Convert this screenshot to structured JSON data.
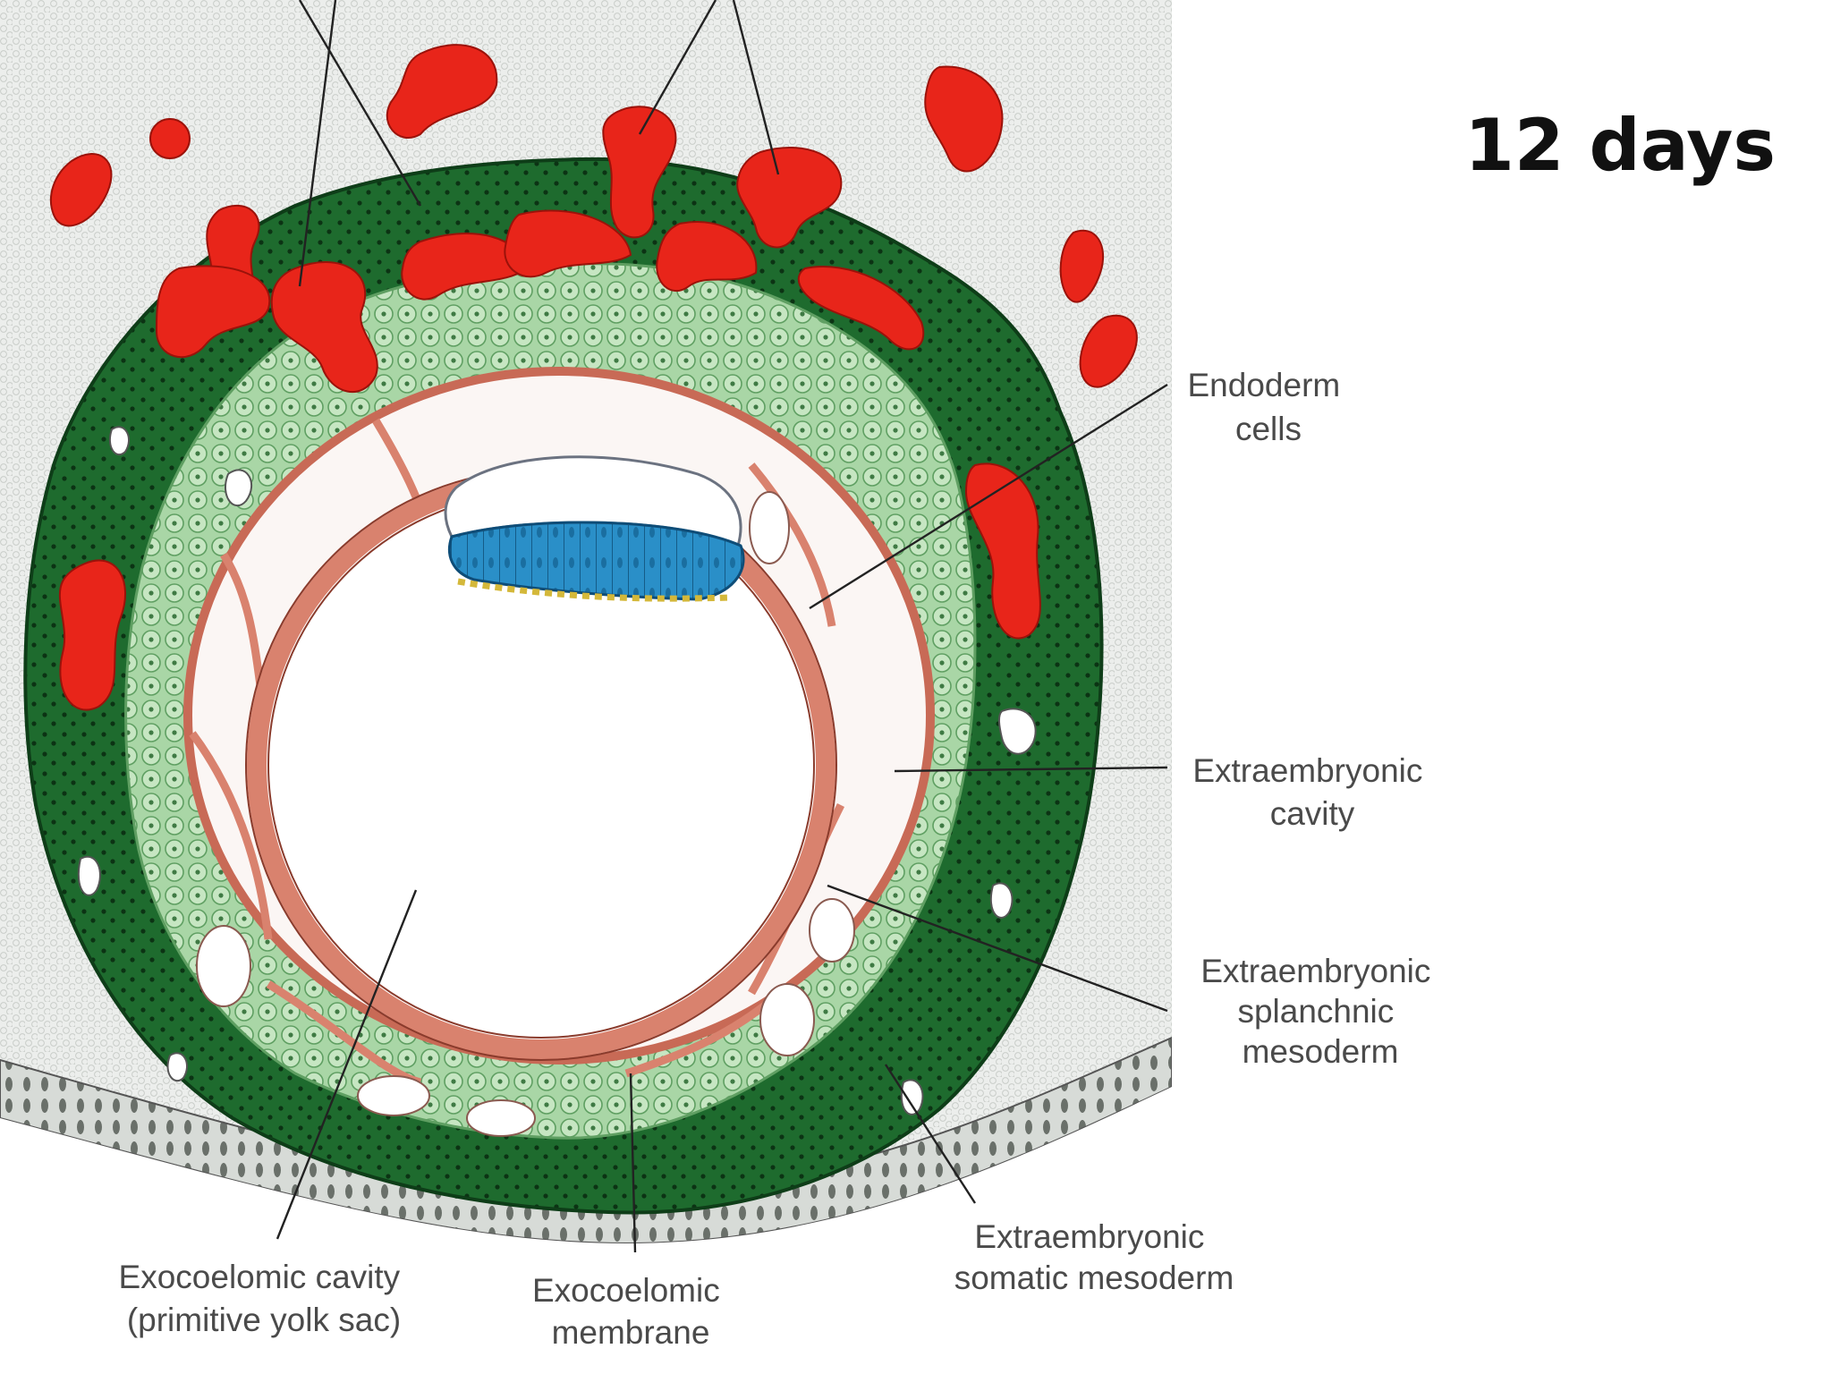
{
  "title": "12 days",
  "labels": {
    "endoderm": [
      "Endoderm",
      "cells"
    ],
    "extraembryonic_cavity": [
      "Extraembryonic",
      "cavity"
    ],
    "splanchnic": [
      "Extraembryonic",
      "splanchnic",
      "mesoderm"
    ],
    "somatic": [
      "Extraembryonic",
      "somatic mesoderm"
    ],
    "exocoelomic_membrane": [
      "Exocoelomic",
      "membrane"
    ],
    "exocoelomic_cavity": [
      "Exocoelomic cavity",
      "(primitive yolk sac)"
    ]
  },
  "colors": {
    "trophoblast": "#1e6b2e",
    "lacunae": "#e8251a",
    "cytotrophoblast": "#a9d6a6",
    "mesoderm": "#d9826e",
    "epiblast": "#2a8fc8",
    "endometrium": "#e9ebe9"
  }
}
